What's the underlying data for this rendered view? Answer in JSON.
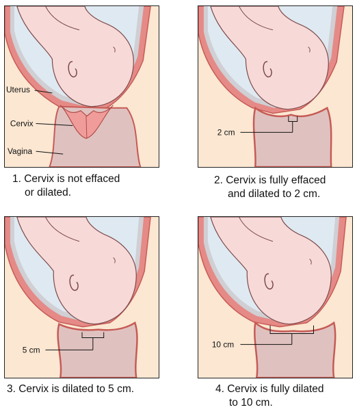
{
  "panels": [
    {
      "caption_line1": "1. Cervix is not effaced",
      "caption_line2": "or dilated.",
      "labels": {
        "uterus": "Uterus",
        "cervix": "Cervix",
        "vagina": "Vagina"
      }
    },
    {
      "caption_line1": "2. Cervix is fully effaced",
      "caption_line2": "and dilated to 2 cm.",
      "measure": "2 cm"
    },
    {
      "caption_line1": "3. Cervix is dilated to 5 cm.",
      "caption_line2": "",
      "measure": "5 cm"
    },
    {
      "caption_line1": "4. Cervix is fully dilated",
      "caption_line2": "to 10 cm.",
      "measure": "10 cm"
    }
  ],
  "colors": {
    "background": "#fbe7d2",
    "uterus_wall": "#e58a86",
    "uterus_outline": "#c65a55",
    "membrane_light": "#dfe9f1",
    "membrane_gray": "#cfcfd4",
    "fetus_skin": "#f7d9d8",
    "vagina_fill": "#dfc2c0",
    "cervix_fill": "#f09c9a"
  }
}
